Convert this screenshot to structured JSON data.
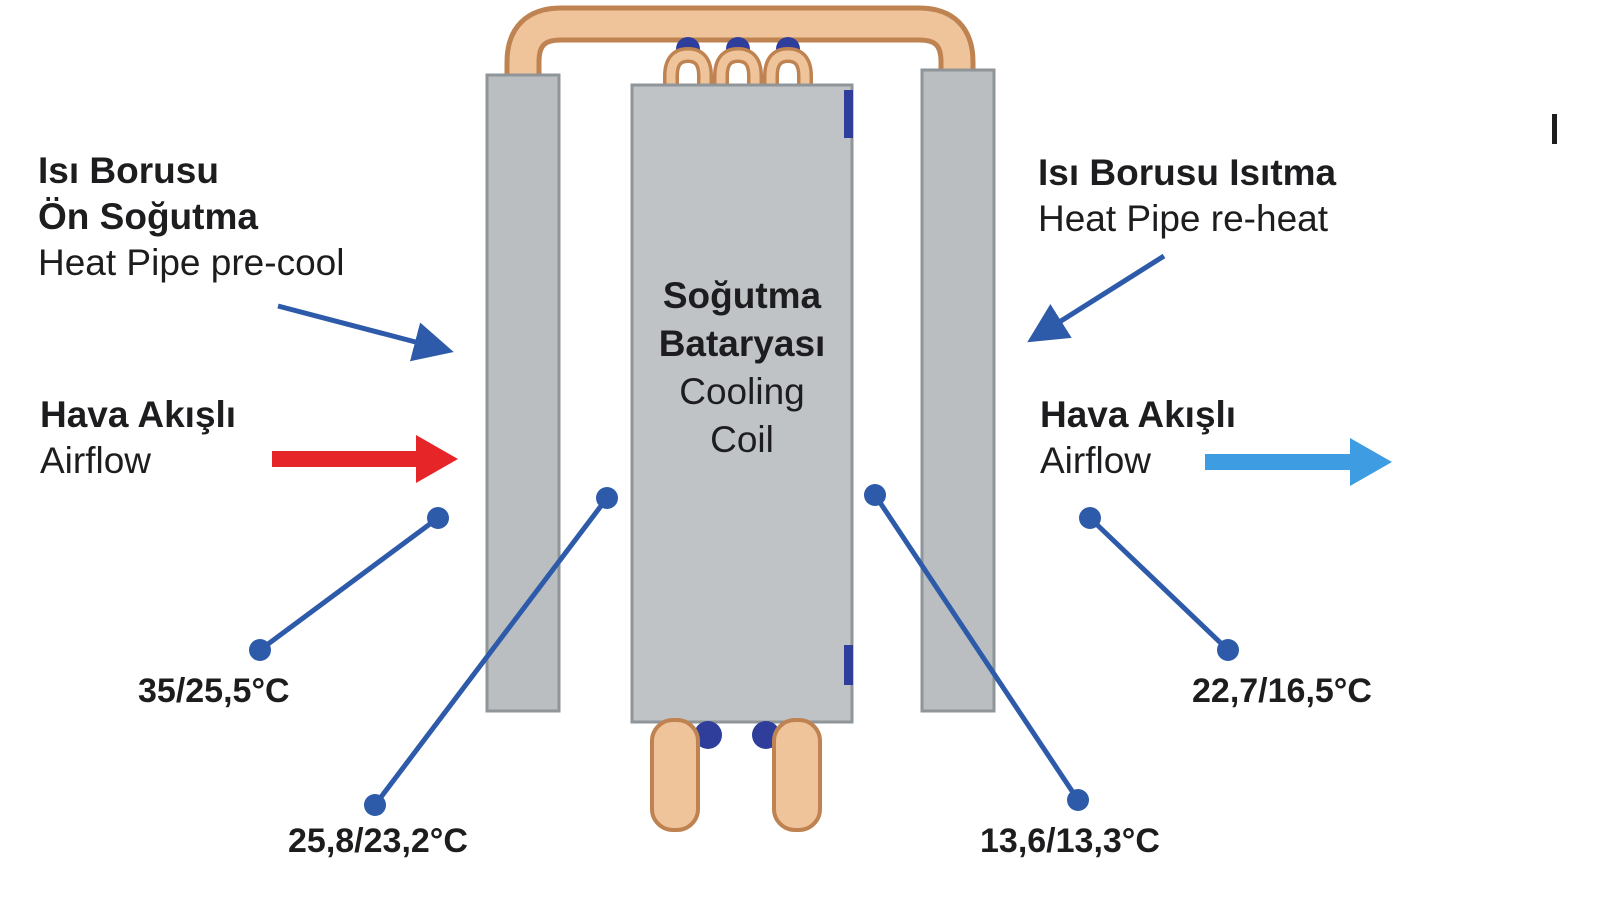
{
  "colors": {
    "page_bg": "#ffffff",
    "panel_fill": "#babec1",
    "panel_border": "#8f9598",
    "coil_fill": "#bfc3c6",
    "copper_fill": "#efc49a",
    "copper_border": "#bf8352",
    "navy": "#2f3d9b",
    "blue": "#2d5aa9",
    "red": "#e52528",
    "light_blue": "#3d9ce2",
    "text": "#1d1d1f"
  },
  "left_labels": {
    "precool": {
      "line1": "Isı Borusu",
      "line2": "Ön Soğutma",
      "line3": "Heat Pipe pre-cool"
    },
    "airflow": {
      "line1": "Hava Akışlı",
      "line2": "Airflow"
    }
  },
  "right_labels": {
    "reheat": {
      "line1": "Isı Borusu Isıtma",
      "line2": "Heat Pipe re-heat"
    },
    "airflow": {
      "line1": "Hava Akışlı",
      "line2": "Airflow"
    }
  },
  "coil_label": {
    "line1": "Soğutma",
    "line2": "Bataryası",
    "line3": "Cooling",
    "line4": "Coil"
  },
  "temperatures": {
    "inlet": "35/25,5°C",
    "after_precool": "25,8/23,2°C",
    "after_coil": "13,6/13,3°C",
    "outlet": "22,7/16,5°C"
  }
}
